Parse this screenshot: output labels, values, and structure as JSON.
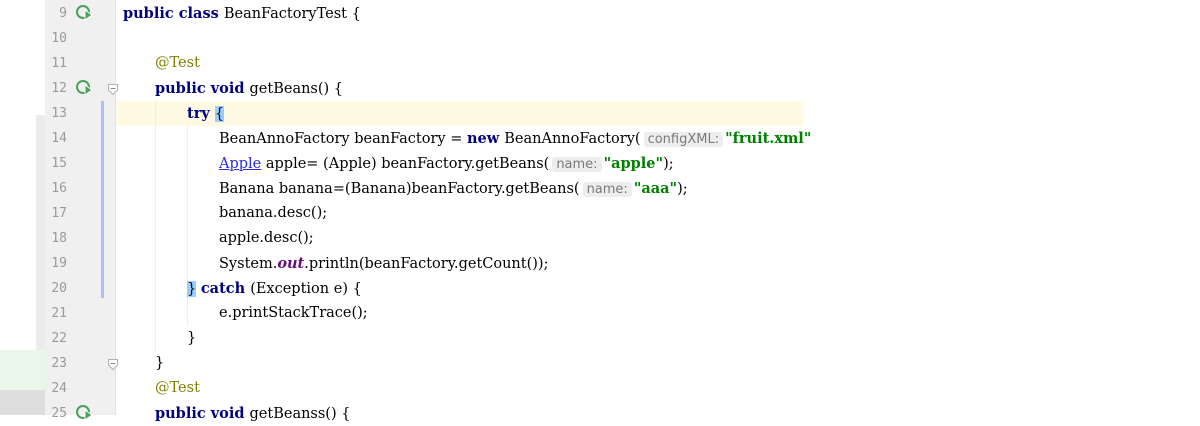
{
  "editor": {
    "lines": [
      {
        "num": "9",
        "run": true,
        "fold": false,
        "indent": 0,
        "tokens": [
          {
            "t": "kw",
            "v": "public "
          },
          {
            "t": "kw",
            "v": "class "
          },
          {
            "t": "plain",
            "v": "BeanFactoryTest {"
          }
        ]
      },
      {
        "num": "10",
        "run": false,
        "fold": false,
        "indent": 0,
        "tokens": []
      },
      {
        "num": "11",
        "run": false,
        "fold": false,
        "indent": 1,
        "tokens": [
          {
            "t": "ann",
            "v": "@Test"
          }
        ]
      },
      {
        "num": "12",
        "run": true,
        "fold": true,
        "indent": 1,
        "tokens": [
          {
            "t": "kw",
            "v": "public "
          },
          {
            "t": "kw",
            "v": "void "
          },
          {
            "t": "plain",
            "v": "getBeans() {"
          }
        ]
      },
      {
        "num": "13",
        "run": false,
        "fold": false,
        "indent": 2,
        "current": true,
        "tokens": [
          {
            "t": "kw",
            "v": "try "
          },
          {
            "t": "brace",
            "v": "{"
          }
        ]
      },
      {
        "num": "14",
        "run": false,
        "fold": false,
        "indent": 3,
        "tokens": [
          {
            "t": "plain",
            "v": "BeanAnnoFactory beanFactory = "
          },
          {
            "t": "kw",
            "v": "new "
          },
          {
            "t": "plain",
            "v": "BeanAnnoFactory("
          },
          {
            "t": "hint",
            "v": "configXML:"
          },
          {
            "t": "str",
            "v": "\"fruit.xml\""
          }
        ]
      },
      {
        "num": "15",
        "run": false,
        "fold": false,
        "indent": 3,
        "tokens": [
          {
            "t": "link",
            "v": "Apple"
          },
          {
            "t": "plain",
            "v": " apple= (Apple) beanFactory.getBeans("
          },
          {
            "t": "hint",
            "v": "name:"
          },
          {
            "t": "str",
            "v": "\"apple\""
          },
          {
            "t": "plain",
            "v": ");"
          }
        ]
      },
      {
        "num": "16",
        "run": false,
        "fold": false,
        "indent": 3,
        "tokens": [
          {
            "t": "plain",
            "v": "Banana banana=(Banana)beanFactory.getBeans("
          },
          {
            "t": "hint",
            "v": "name:"
          },
          {
            "t": "str",
            "v": "\"aaa\""
          },
          {
            "t": "plain",
            "v": ");"
          }
        ]
      },
      {
        "num": "17",
        "run": false,
        "fold": false,
        "indent": 3,
        "tokens": [
          {
            "t": "plain",
            "v": "banana.desc();"
          }
        ]
      },
      {
        "num": "18",
        "run": false,
        "fold": false,
        "indent": 3,
        "tokens": [
          {
            "t": "plain",
            "v": "apple.desc();"
          }
        ]
      },
      {
        "num": "19",
        "run": false,
        "fold": false,
        "indent": 3,
        "tokens": [
          {
            "t": "plain",
            "v": "System."
          },
          {
            "t": "stat",
            "v": "out"
          },
          {
            "t": "plain",
            "v": ".println(beanFactory.getCount());"
          }
        ]
      },
      {
        "num": "20",
        "run": false,
        "fold": false,
        "indent": 2,
        "tokens": [
          {
            "t": "brace",
            "v": "}"
          },
          {
            "t": "plain",
            "v": " "
          },
          {
            "t": "kw",
            "v": "catch "
          },
          {
            "t": "plain",
            "v": "(Exception e) {"
          }
        ]
      },
      {
        "num": "21",
        "run": false,
        "fold": false,
        "indent": 3,
        "tokens": [
          {
            "t": "plain",
            "v": "e.printStackTrace();"
          }
        ]
      },
      {
        "num": "22",
        "run": false,
        "fold": false,
        "indent": 2,
        "tokens": [
          {
            "t": "plain",
            "v": "}"
          }
        ]
      },
      {
        "num": "23",
        "run": false,
        "fold": true,
        "indent": 1,
        "tokens": [
          {
            "t": "plain",
            "v": "}"
          }
        ]
      },
      {
        "num": "24",
        "run": false,
        "fold": false,
        "indent": 1,
        "tokens": [
          {
            "t": "ann",
            "v": "@Test"
          }
        ]
      },
      {
        "num": "25",
        "run": true,
        "fold": false,
        "indent": 1,
        "tokens": [
          {
            "t": "kw",
            "v": "public "
          },
          {
            "t": "kw",
            "v": "void "
          },
          {
            "t": "plain",
            "v": "getBeanss() {"
          }
        ]
      }
    ]
  },
  "colors": {
    "keyword": "#000080",
    "annotation": "#808000",
    "string": "#008000",
    "static_field": "#660e7a",
    "link": "#2b2be0",
    "line_number": "#9a9a9a",
    "gutter_bg": "#f0f0f0",
    "current_line": "#fffae3",
    "brace_highlight": "#99ccff",
    "run_icon": "#4aa35a"
  },
  "icons": {
    "run": "run-gutter-icon",
    "fold": "fold-marker-icon"
  }
}
